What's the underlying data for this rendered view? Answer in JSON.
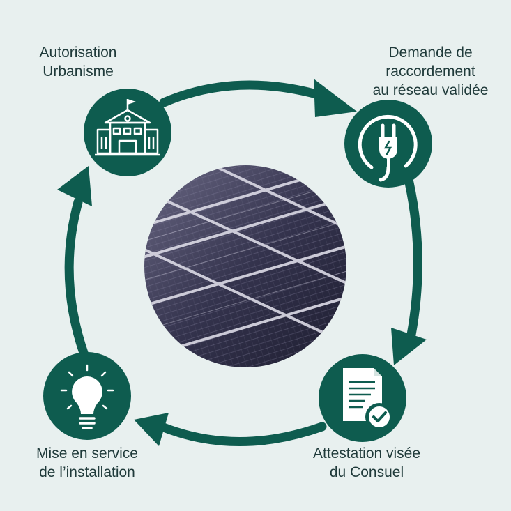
{
  "colors": {
    "background": "#e8f0ef",
    "accent": "#0e5c4f",
    "icon": "#ffffff",
    "text": "#1f3a3a"
  },
  "center_image": {
    "subject": "solar-panel-photo"
  },
  "steps": [
    {
      "line1": "Autorisation",
      "line2": "Urbanisme",
      "line3": "",
      "icon": "town-hall-icon"
    },
    {
      "line1": "Demande de",
      "line2": "raccordement",
      "line3": "au réseau validée",
      "icon": "plug-icon"
    },
    {
      "line1": "Attestation visée",
      "line2": "du Consuel",
      "line3": "",
      "icon": "certified-document-icon"
    },
    {
      "line1": "Mise en service",
      "line2": "de l’installation",
      "line3": "",
      "icon": "light-bulb-icon"
    }
  ]
}
